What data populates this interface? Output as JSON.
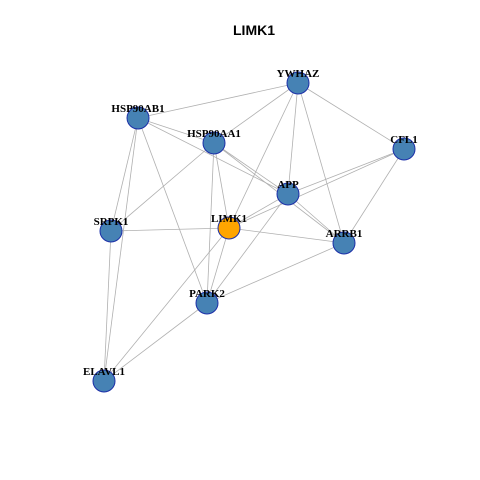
{
  "title": "LIMK1",
  "colors": {
    "node_default": "#4682b4",
    "node_focus": "#ffa500",
    "node_border": "#1c2fa8",
    "edge": "#b0b0b0"
  },
  "nodes": [
    {
      "id": "YWHAZ",
      "label": "YWHAZ",
      "focus": false
    },
    {
      "id": "HSP90AB1",
      "label": "HSP90AB1",
      "focus": false
    },
    {
      "id": "HSP90AA1",
      "label": "HSP90AA1",
      "focus": false
    },
    {
      "id": "CFL1",
      "label": "CFL1",
      "focus": false
    },
    {
      "id": "APP",
      "label": "APP",
      "focus": false
    },
    {
      "id": "SRPK1",
      "label": "SRPK1",
      "focus": false
    },
    {
      "id": "LIMK1",
      "label": "LIMK1",
      "focus": true
    },
    {
      "id": "ARRB1",
      "label": "ARRB1",
      "focus": false
    },
    {
      "id": "PARK2",
      "label": "PARK2",
      "focus": false
    },
    {
      "id": "ELAVL1",
      "label": "ELAVL1",
      "focus": false
    }
  ],
  "edges": [
    [
      "YWHAZ",
      "HSP90AB1"
    ],
    [
      "YWHAZ",
      "HSP90AA1"
    ],
    [
      "YWHAZ",
      "CFL1"
    ],
    [
      "YWHAZ",
      "APP"
    ],
    [
      "YWHAZ",
      "ARRB1"
    ],
    [
      "YWHAZ",
      "LIMK1"
    ],
    [
      "HSP90AB1",
      "HSP90AA1"
    ],
    [
      "HSP90AB1",
      "APP"
    ],
    [
      "HSP90AB1",
      "SRPK1"
    ],
    [
      "HSP90AB1",
      "PARK2"
    ],
    [
      "HSP90AB1",
      "ELAVL1"
    ],
    [
      "HSP90AA1",
      "APP"
    ],
    [
      "HSP90AA1",
      "ARRB1"
    ],
    [
      "HSP90AA1",
      "LIMK1"
    ],
    [
      "HSP90AA1",
      "PARK2"
    ],
    [
      "HSP90AA1",
      "SRPK1"
    ],
    [
      "CFL1",
      "APP"
    ],
    [
      "CFL1",
      "LIMK1"
    ],
    [
      "CFL1",
      "ARRB1"
    ],
    [
      "APP",
      "ARRB1"
    ],
    [
      "APP",
      "PARK2"
    ],
    [
      "APP",
      "LIMK1"
    ],
    [
      "SRPK1",
      "LIMK1"
    ],
    [
      "SRPK1",
      "ELAVL1"
    ],
    [
      "LIMK1",
      "ARRB1"
    ],
    [
      "LIMK1",
      "PARK2"
    ],
    [
      "LIMK1",
      "ELAVL1"
    ],
    [
      "ARRB1",
      "PARK2"
    ],
    [
      "PARK2",
      "ELAVL1"
    ]
  ]
}
